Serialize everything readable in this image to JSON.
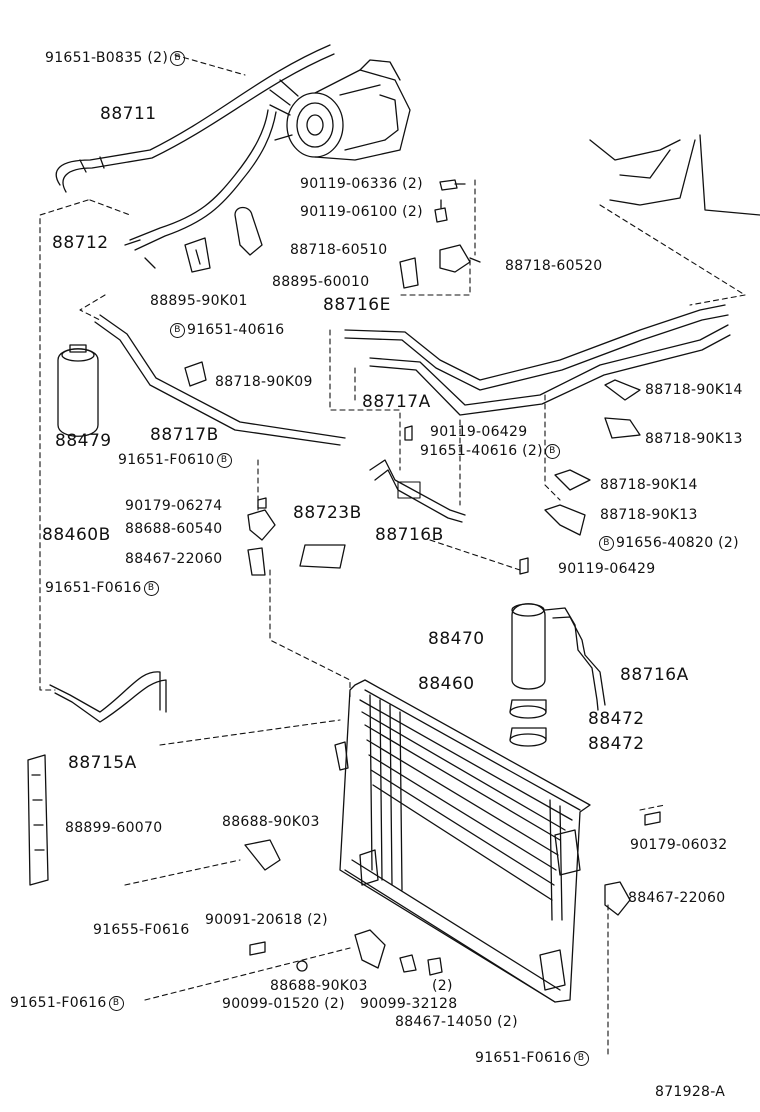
{
  "circle_mark": "B",
  "labels": {
    "l01": "91651-B0835 (2)",
    "l02": "88711",
    "l03": "90119-06336 (2)",
    "l04": "90119-06100 (2)",
    "l05": "88712",
    "l06": "88718-60510",
    "l07": "88718-60520",
    "l08": "88895-60010",
    "l09": "88895-90K01",
    "l10": "88716E",
    "l11": "91651-40616",
    "l12": "88718-90K09",
    "l13": "88718-90K14",
    "l14": "88717A",
    "l15": "88479",
    "l16": "88717B",
    "l17": "88718-90K13",
    "l18": "90119-06429",
    "l19": "91651-40616 (2)",
    "l20": "91651-F0610",
    "l21": "88718-90K14",
    "l22": "90179-06274",
    "l23": "88723B",
    "l24": "88716B",
    "l25": "88718-90K13",
    "l26": "88460B",
    "l27": "88688-60540",
    "l28": "91656-40820 (2)",
    "l29": "88467-22060",
    "l30": "90119-06429",
    "l31": "91651-F0616",
    "l32": "88470",
    "l33": "88716A",
    "l34": "88460",
    "l35": "88472",
    "l36": "88472",
    "l37": "88715A",
    "l38": "88899-60070",
    "l39": "88688-90K03",
    "l40": "90179-06032",
    "l41": "88467-22060",
    "l42": "91655-F0616",
    "l43": "90091-20618 (2)",
    "l44": "88688-90K03",
    "l45": "(2)",
    "l46": "91651-F0616",
    "l47": "90099-01520 (2)",
    "l48": "90099-32128",
    "l49": "88467-14050 (2)",
    "l50": "91651-F0616",
    "l51": "871928-A"
  }
}
